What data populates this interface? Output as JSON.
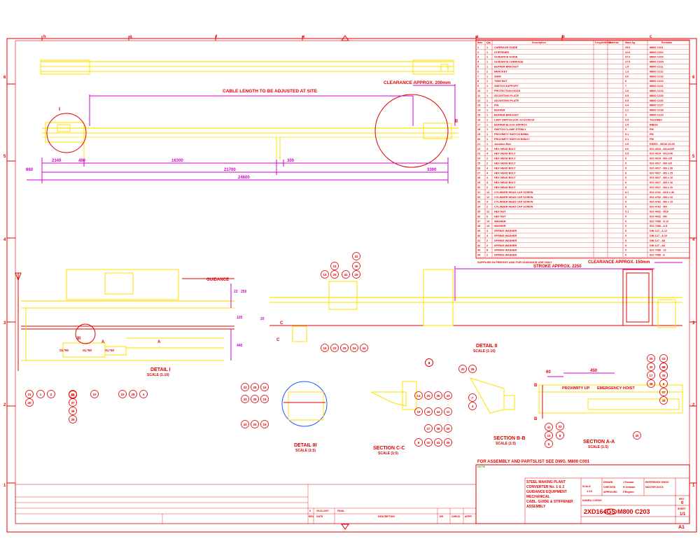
{
  "sheet": {
    "zones_top": [
      "h",
      "g",
      "f",
      "e",
      "a",
      "b",
      "c",
      "d"
    ],
    "zones_side": [
      "6",
      "5",
      "4",
      "3",
      "2",
      "1"
    ],
    "size": "A1",
    "sheet_no": "1/1"
  },
  "top_view": {
    "cable_note": "CABLE LENGTH TO BE ADJUSTED AT SITE",
    "clearance_note": "CLEARANCE APPROX. 200mm",
    "detail_marks": [
      "I",
      "II"
    ],
    "dims": [
      "2340",
      "480",
      "16300",
      "300",
      "3300",
      "860",
      "21700",
      "24600"
    ]
  },
  "parts_header": [
    "Item",
    "Qty",
    "Description",
    "Length/Width",
    "Material",
    "Mass kg",
    "Remarks"
  ],
  "parts": [
    {
      "no": "1",
      "qty": "1",
      "desc": "CARRIAGE GUIDE",
      "mass": "29.0",
      "rem": "M800 C201"
    },
    {
      "no": "2",
      "qty": "1",
      "desc": "STIFFENER",
      "mass": "22.6",
      "rem": "M800 C202"
    },
    {
      "no": "3",
      "qty": "1",
      "desc": "GUIDANCE GUIDE",
      "mass": "37.0",
      "rem": "M800 C204"
    },
    {
      "no": "4",
      "qty": "1",
      "desc": "GUIDANCE CARRIAGE",
      "mass": "27.5",
      "rem": "M800 C205"
    },
    {
      "no": "5",
      "qty": "1",
      "desc": "BUFFER BRACKET",
      "mass": "1.5",
      "rem": "M800 C211"
    },
    {
      "no": "6",
      "qty": "2",
      "desc": "BRACKET",
      "mass": "1.3",
      "rem": "M800 C212"
    },
    {
      "no": "7",
      "qty": "1",
      "desc": "SHIM",
      "mass": "4.0",
      "rem": "M800 C213"
    },
    {
      "no": "8",
      "qty": "1",
      "desc": "TWIN NUT",
      "mass": "6",
      "rem": "M800 C223"
    },
    {
      "no": "9",
      "qty": "1",
      "desc": "SWITCH SUPPORT",
      "mass": "7",
      "rem": "M800 C221"
    },
    {
      "no": "10",
      "qty": "1",
      "desc": "PROTECTION HOOD",
      "mass": "1.6",
      "rem": "M800 C224"
    },
    {
      "no": "11",
      "qty": "1",
      "desc": "ADJUSTING PLATE",
      "mass": "0.5",
      "rem": "M800 C225"
    },
    {
      "no": "12",
      "qty": "1",
      "desc": "ADJUSTING PLATE",
      "mass": "0.5",
      "rem": "M800 C226"
    },
    {
      "no": "13",
      "qty": "1",
      "desc": "PIN",
      "mass": "4.4",
      "rem": "M800 C227"
    },
    {
      "no": "14",
      "qty": "1",
      "desc": "BUFFER",
      "mass": "1.2",
      "rem": "M800 C228"
    },
    {
      "no": "15",
      "qty": "1",
      "desc": "BUFFER BRACKET",
      "mass": "3",
      "rem": "M800 C229"
    },
    {
      "no": "16",
      "qty": "1",
      "desc": "LIMIT SWITCH ZCK-J1+ZCKD15",
      "mass": "0.5",
      "rem": "TELEMEC"
    },
    {
      "no": "17",
      "qty": "1",
      "desc": "BUFFER BLOCK APPROX",
      "mass": "2.5",
      "rem": "BIBUS"
    },
    {
      "no": "18",
      "qty": "1",
      "desc": "SWITCH CLAMP STEMLY",
      "mass": "0",
      "rem": "PM"
    },
    {
      "no": "19",
      "qty": "1",
      "desc": "PROXIMITY SWITCH BI5M4",
      "mass": "0.1",
      "rem": "PM"
    },
    {
      "no": "20",
      "qty": "1",
      "desc": "PROXIMITY SWITCH BI5U17",
      "mass": "0.1",
      "rem": "PM"
    },
    {
      "no": "21",
      "qty": "1",
      "desc": "Junction Box",
      "mass": "2.5",
      "rem": "RIDEX - 35116 10.00"
    },
    {
      "no": "22",
      "qty": "4",
      "desc": "HEX HEAD BOLT",
      "mass": "0.6",
      "rem": "ISO 4014 - M12x100"
    },
    {
      "no": "23",
      "qty": "4",
      "desc": "HEX HEAD BOLT",
      "mass": "0.5",
      "rem": "ISO 4014 - M12x40"
    },
    {
      "no": "24",
      "qty": "2",
      "desc": "HEX HEAD BOLT",
      "mass": "0",
      "rem": "ISO 4014 - M8 x25"
    },
    {
      "no": "25",
      "qty": "2",
      "desc": "HEX HEAD BOLT",
      "mass": "0",
      "rem": "ISO 4017 - M8 x20"
    },
    {
      "no": "26",
      "qty": "4",
      "desc": "HEX HEAD BOLT",
      "mass": "0",
      "rem": "ISO 4017 - M6 x 30"
    },
    {
      "no": "27",
      "qty": "4",
      "desc": "HEX HEAD BOLT",
      "mass": "0",
      "rem": "ISO 4017 - M6 x 25"
    },
    {
      "no": "28",
      "qty": "4",
      "desc": "HEX HEAD BOLT",
      "mass": "0",
      "rem": "ISO 4017 - M6 x 16"
    },
    {
      "no": "29",
      "qty": "4",
      "desc": "HEX HEAD BOLT",
      "mass": "0",
      "rem": "ISO 4017 - M5 x 16"
    },
    {
      "no": "30",
      "qty": "2",
      "desc": "HEX HEAD BOLT",
      "mass": "0",
      "rem": "ISO 4017 - M4 x 10"
    },
    {
      "no": "31",
      "qty": "12",
      "desc": "CYLINDER HEAD CAP SCREW",
      "mass": "0.1",
      "rem": "ISO 4762 - M10 x 30"
    },
    {
      "no": "32",
      "qty": "12",
      "desc": "CYLINDER HEAD CAP SCREW",
      "mass": "0",
      "rem": "ISO 4762 - M8 x 16"
    },
    {
      "no": "33",
      "qty": "4",
      "desc": "CYLINDER HEAD CAP SCREW",
      "mass": "0",
      "rem": "ISO 4762 - M6 x 10"
    },
    {
      "no": "34",
      "qty": "2",
      "desc": "CYLINDER HEAD CAP SCREW",
      "mass": "0",
      "rem": "ISO 4762 - M4"
    },
    {
      "no": "35",
      "qty": "12",
      "desc": "HEX NUT",
      "mass": "0.1",
      "rem": "ISO 4032 - M10"
    },
    {
      "no": "36",
      "qty": "6",
      "desc": "HEX NUT",
      "mass": "0",
      "rem": "ISO 4032 - M6"
    },
    {
      "no": "37",
      "qty": "14",
      "desc": "WASHER",
      "mass": "0",
      "rem": "ISO 7089 - A 10"
    },
    {
      "no": "38",
      "qty": "14",
      "desc": "WASHER",
      "mass": "0",
      "rem": "ISO 7089 - A 8"
    },
    {
      "no": "39",
      "qty": "4",
      "desc": "SPRING WASHER",
      "mass": "0",
      "rem": "DIN 127 - A 12"
    },
    {
      "no": "40",
      "qty": "4",
      "desc": "SPRING WASHER",
      "mass": "0",
      "rem": "DIN 127 - A 10"
    },
    {
      "no": "41",
      "qty": "2",
      "desc": "SPRING WASHER",
      "mass": "0",
      "rem": "DIN 127 - A8"
    },
    {
      "no": "42",
      "qty": "2",
      "desc": "SPRING WASHER",
      "mass": "0",
      "rem": "DIN 127 - A6"
    },
    {
      "no": "43",
      "qty": "8",
      "desc": "SPRING WASHER",
      "mass": "0",
      "rem": "ISO 7089 - 10"
    },
    {
      "no": "44",
      "qty": "2",
      "desc": "SPRING WASHER",
      "mass": "0",
      "rem": "ISO 7089 - 8"
    }
  ],
  "parts_footnote": "SUPPLIED IN FREIGHT AND FOR GUIDANCE USE ONLY",
  "detail_views": {
    "clearance": "CLEARANCE APPROX. 150mm",
    "stroke": "STROKE APPROX. 2250",
    "guidance": "GUIDANCE",
    "detail1_title": "DETAIL I",
    "detail1_scale": "SCALE (1:10)",
    "detail2_title": "DETAIL II",
    "detail2_scale": "SCALE (1:10)",
    "detail3_title": "DETAIL III",
    "detail3_scale": "SCALE (1:5)",
    "sectionc_title": "SECTION C-C",
    "sectionc_scale": "SCALE (1:5)",
    "sectionb_title": "SECTION B-B",
    "sectionb_scale": "SCALE (1:5)",
    "sectiona_title": "SECTION A-A",
    "sectiona_scale": "SCALE (1:5)",
    "proximity_up": "PROXIMITY UP",
    "emergency_hoist": "EMERGENCY HOIST",
    "dim_60": "60",
    "dim_450": "450",
    "dim_22": "22",
    "dim_250": "250",
    "dim_120": "120",
    "dim_440": "440",
    "dim_20": "20",
    "sec_letters": [
      "C",
      "C",
      "B",
      "B",
      "A",
      "A",
      "III"
    ],
    "small_labels": [
      "GL*90",
      "GL*80",
      "GL*50"
    ]
  },
  "balloons": {
    "detail1": [
      "31",
      "40",
      "1",
      "2",
      "20",
      "37",
      "31",
      "38",
      "39",
      "10",
      "15",
      "28",
      "4"
    ],
    "detail2": [
      "14",
      "25",
      "24",
      "41",
      "36",
      "26",
      "42",
      "4",
      "30",
      "40",
      "17",
      "33",
      "34",
      "35",
      "6",
      "37",
      "38",
      "39",
      "23"
    ],
    "c_labels": [
      "16",
      "22",
      "29",
      "34",
      "44"
    ],
    "detail3": [
      "33",
      "28",
      "16",
      "34",
      "36",
      "24",
      "43",
      "25",
      "16"
    ],
    "sectioncc": [
      "14",
      "25",
      "36",
      "43",
      "19",
      "26",
      "44",
      "11",
      "27",
      "38",
      "29",
      "9",
      "32",
      "41",
      "35"
    ],
    "sectionbb": [
      "20",
      "35",
      "7",
      "4",
      "10",
      "8",
      "41",
      "30"
    ],
    "sectionaa": [
      "32",
      "6"
    ],
    "detail2_lower": [
      "3"
    ]
  },
  "notes": {
    "assembly": "FOR ASSEMBLY AND PARTSLIST SEE DWG. M800 C001",
    "small_tag": "NOTE"
  },
  "title_block": {
    "project_lines": [
      "STEEL MAKING PLANT",
      "CONVERTER No. 1 & 2",
      "GUIDANCE EQUIPMENT",
      "MECHANICAL",
      "CABL. GUIDE & STIFFENER",
      "ASSEMBLY"
    ],
    "drawing_no": "2XD164GS M800 C203",
    "rev": "0",
    "company": "DANIELI CORUS",
    "scale_label": "SCALE",
    "scale": "1:10",
    "drawn_label": "DRAWN",
    "checked_label": "CHECKED",
    "approved_label": "APPROVED",
    "designer": "J.Poulain",
    "checker": "H.Verbaan",
    "approver": "P.Regtien",
    "sheet_label": "SHEET",
    "rev_label": "REV.",
    "rev_headers": [
      "REV",
      "DATE",
      "DESCRIPTION",
      "DR",
      "CHECK",
      "APPR"
    ],
    "rev_entry": [
      "0",
      "05-02-2007",
      "FINAL"
    ],
    "ref_label": "REFERENCE DWGS",
    "ref_label2": "MASTER DOCS"
  }
}
